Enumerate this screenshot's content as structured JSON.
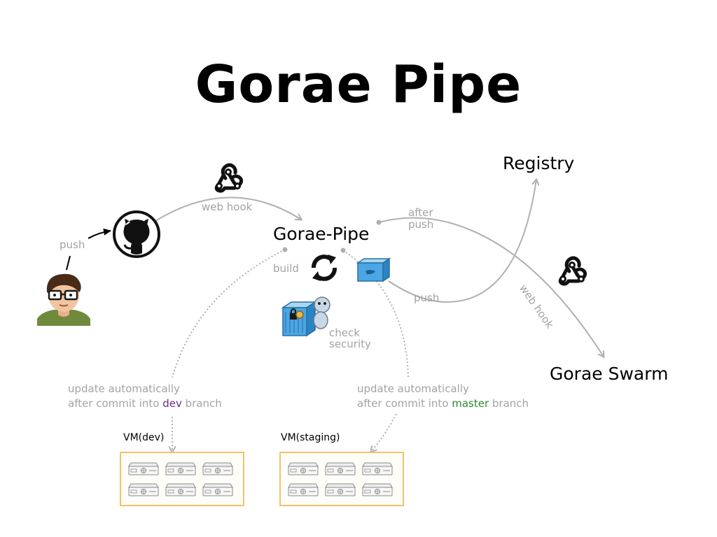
{
  "title": "Gorae Pipe",
  "nodes": {
    "center": "Gorae-Pipe",
    "registry": "Registry",
    "swarm": "Gorae Swarm"
  },
  "edges": {
    "push_user": "push",
    "web_hook_top": "web hook",
    "after_push_line1": "after",
    "after_push_line2": "push",
    "web_hook_right": "web hook",
    "build": "build",
    "push_registry": "push",
    "check_line1": "check",
    "check_line2": "security"
  },
  "notes": {
    "dev_line1": "update automatically",
    "dev_line2_pre": "after commit into ",
    "dev_branch": "dev",
    "dev_line2_post": " branch",
    "master_line1": "update automatically",
    "master_line2_pre": "after commit into ",
    "master_branch": "master",
    "master_line2_post": " branch"
  },
  "vms": {
    "dev_label": "VM(dev)",
    "staging_label": "VM(staging)"
  },
  "icons": [
    "developer-avatar-icon",
    "github-icon",
    "webhook-icon",
    "sync-icon",
    "docker-container-icon",
    "security-check-icon",
    "server-icon"
  ],
  "colors": {
    "accent_border": "#f4c26b",
    "dev_branch": "#6a2c8a",
    "master_branch": "#2f8a2f",
    "line": "#b8b8b8"
  }
}
